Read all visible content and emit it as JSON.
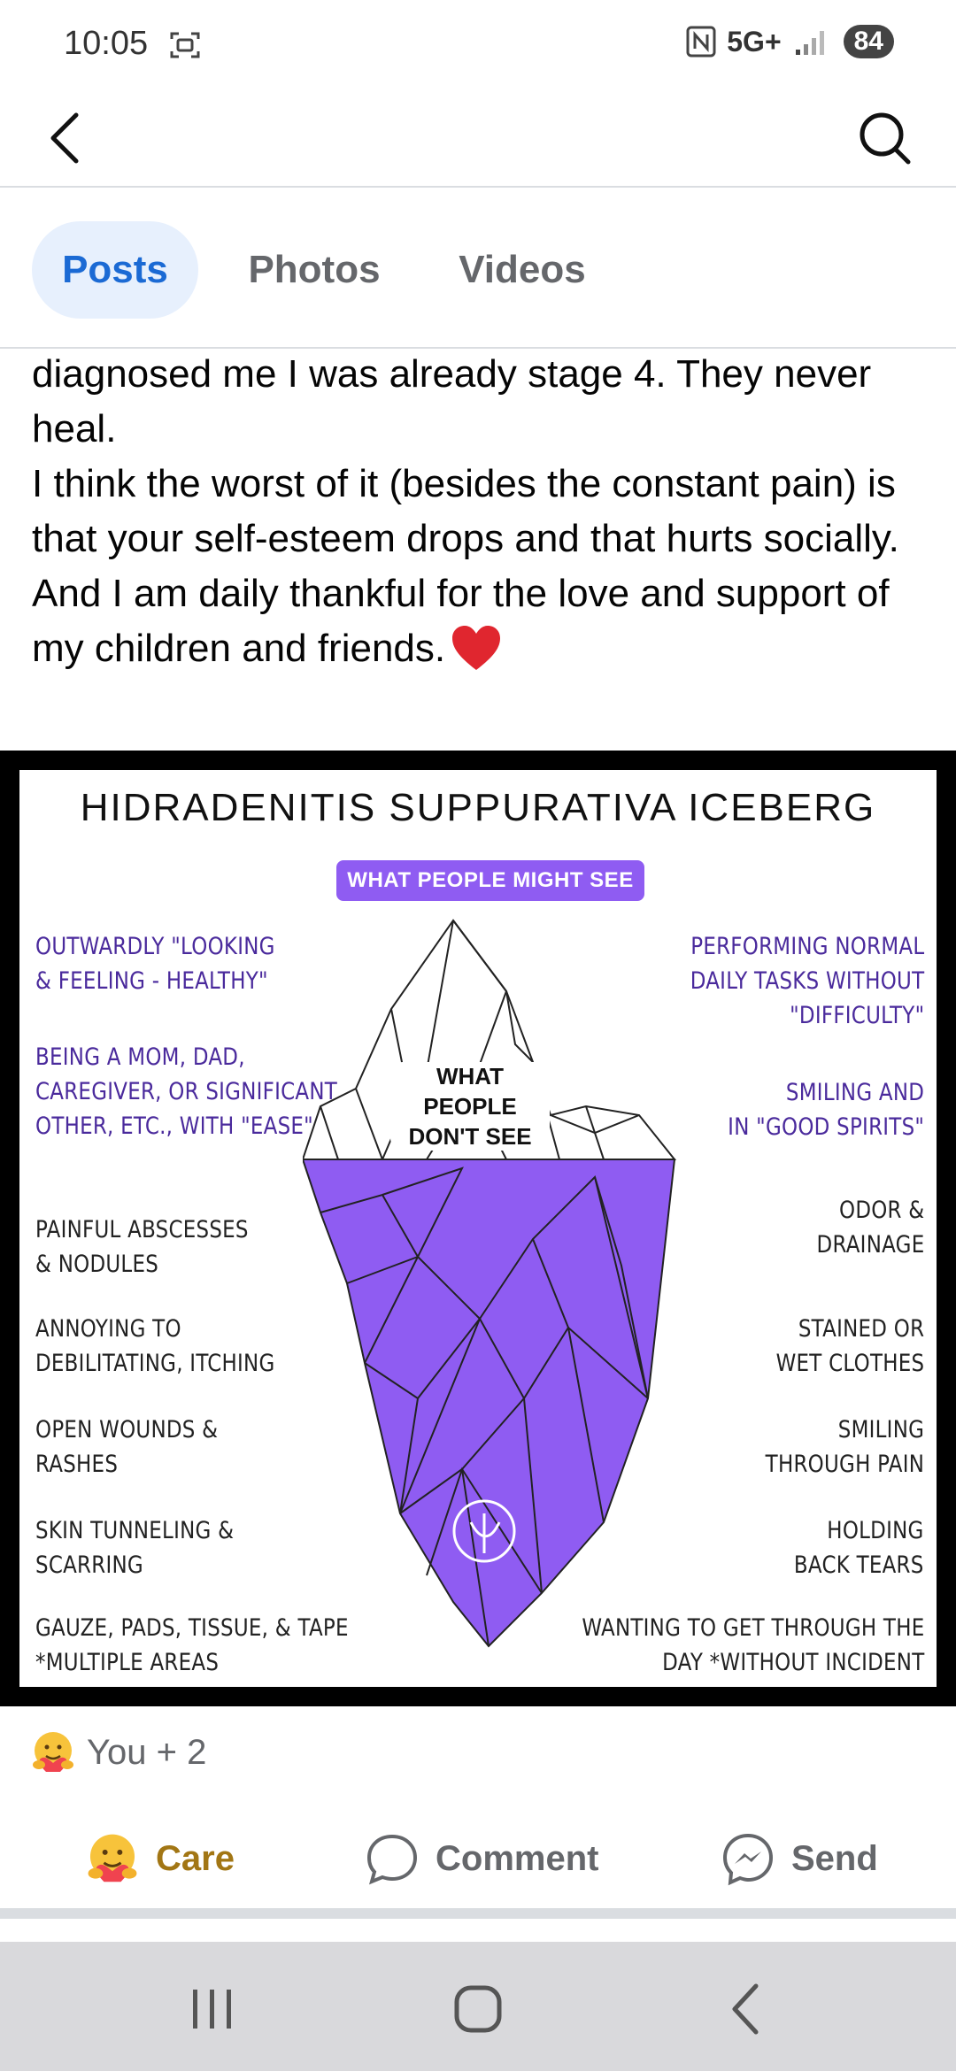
{
  "status_bar": {
    "time": "10:05",
    "network": "5G+",
    "battery": "84"
  },
  "tabs": [
    {
      "label": "Posts"
    },
    {
      "label": "Photos"
    },
    {
      "label": "Videos"
    }
  ],
  "post": {
    "lines": [
      "diagnosed me I was already stage 4. They never heal.",
      "I think the worst of it (besides the constant pain) is that your self-esteem drops and that hurts socially.",
      "And I am daily thankful for the love and support of my children and friends."
    ]
  },
  "infographic": {
    "title": "HIDRADENITIS SUPPURATIVA ICEBERG",
    "see_badge": "WHAT PEOPLE MIGHT SEE",
    "dont_see_badge_1": "WHAT PEOPLE",
    "dont_see_badge_2": "DON'T SEE",
    "left": [
      [
        "OUTWARDLY \"LOOKING",
        "& FEELING - HEALTHY\""
      ],
      [
        "BEING A MOM, DAD,",
        "CAREGIVER, OR SIGNIFICANT",
        "OTHER, ETC., WITH \"EASE\""
      ],
      [
        "PAINFUL ABSCESSES",
        "& NODULES"
      ],
      [
        "ANNOYING TO",
        "DEBILITATING, ITCHING"
      ],
      [
        "OPEN WOUNDS &",
        "RASHES"
      ],
      [
        "SKIN TUNNELING &",
        "SCARRING"
      ],
      [
        "GAUZE, PADS, TISSUE, & TAPE",
        "*MULTIPLE AREAS"
      ]
    ],
    "right": [
      [
        "PERFORMING NORMAL",
        "DAILY TASKS WITHOUT",
        "\"DIFFICULTY\""
      ],
      [
        "SMILING AND",
        "IN \"GOOD SPIRITS\""
      ],
      [
        "ODOR &",
        "DRAINAGE"
      ],
      [
        "STAINED OR",
        "WET CLOTHES"
      ],
      [
        "SMILING",
        "THROUGH PAIN"
      ],
      [
        "HOLDING",
        "BACK TEARS"
      ],
      [
        "WANTING TO GET THROUGH THE",
        "DAY *WITHOUT INCIDENT"
      ]
    ],
    "colors": {
      "purple": "#8f5cf2",
      "label_purple": "#4a2a9c"
    }
  },
  "reactions": {
    "summary": "You + 2"
  },
  "actions": {
    "care": "Care",
    "comment": "Comment",
    "send": "Send"
  }
}
